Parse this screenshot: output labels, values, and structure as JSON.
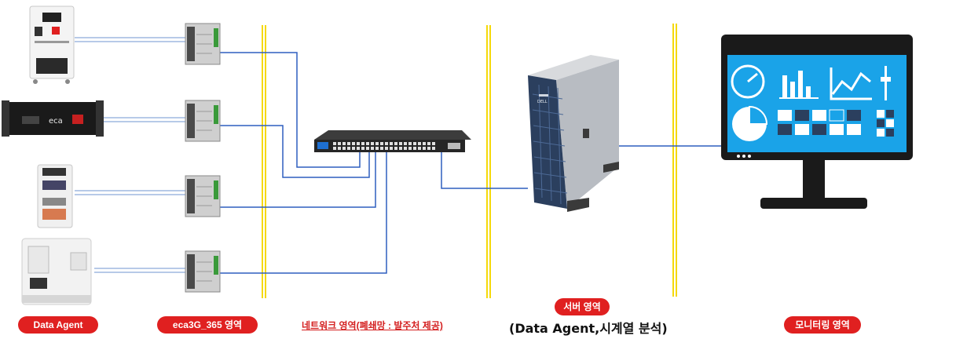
{
  "labels": {
    "data_agent": "Data Agent",
    "eca_zone": "eca3G_365 영역",
    "network_zone": "네트워크 영역(폐쇄망 : 발주처 제공)",
    "server_zone": "서버 영역",
    "server_sub": "(Data Agent,시계열 분석)",
    "monitoring_zone": "모니터링 영역"
  },
  "device_text": {
    "rack_brand": "eca",
    "server_brand": "DELL"
  },
  "colors": {
    "pill": "#e02020",
    "zone_line": "#f5d90a",
    "link": "#2f5fbf",
    "screen": "#1aa3e8"
  }
}
